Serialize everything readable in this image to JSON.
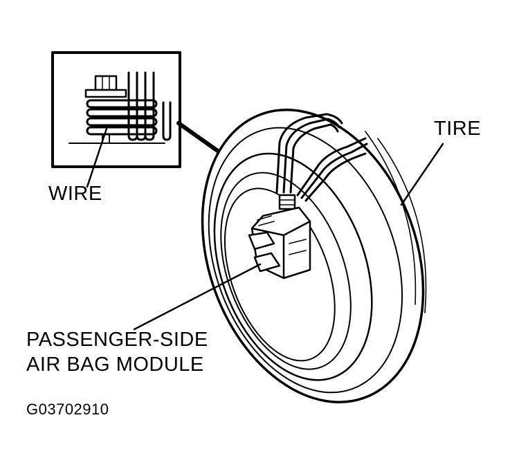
{
  "labels": {
    "tire": "TIRE",
    "wire": "WIRE",
    "airbag_line1": "PASSENGER-SIDE",
    "airbag_line2": "AIR BAG MODULE",
    "figure_code": "G03702910"
  },
  "colors": {
    "ink": "#000000",
    "paper": "#ffffff"
  }
}
